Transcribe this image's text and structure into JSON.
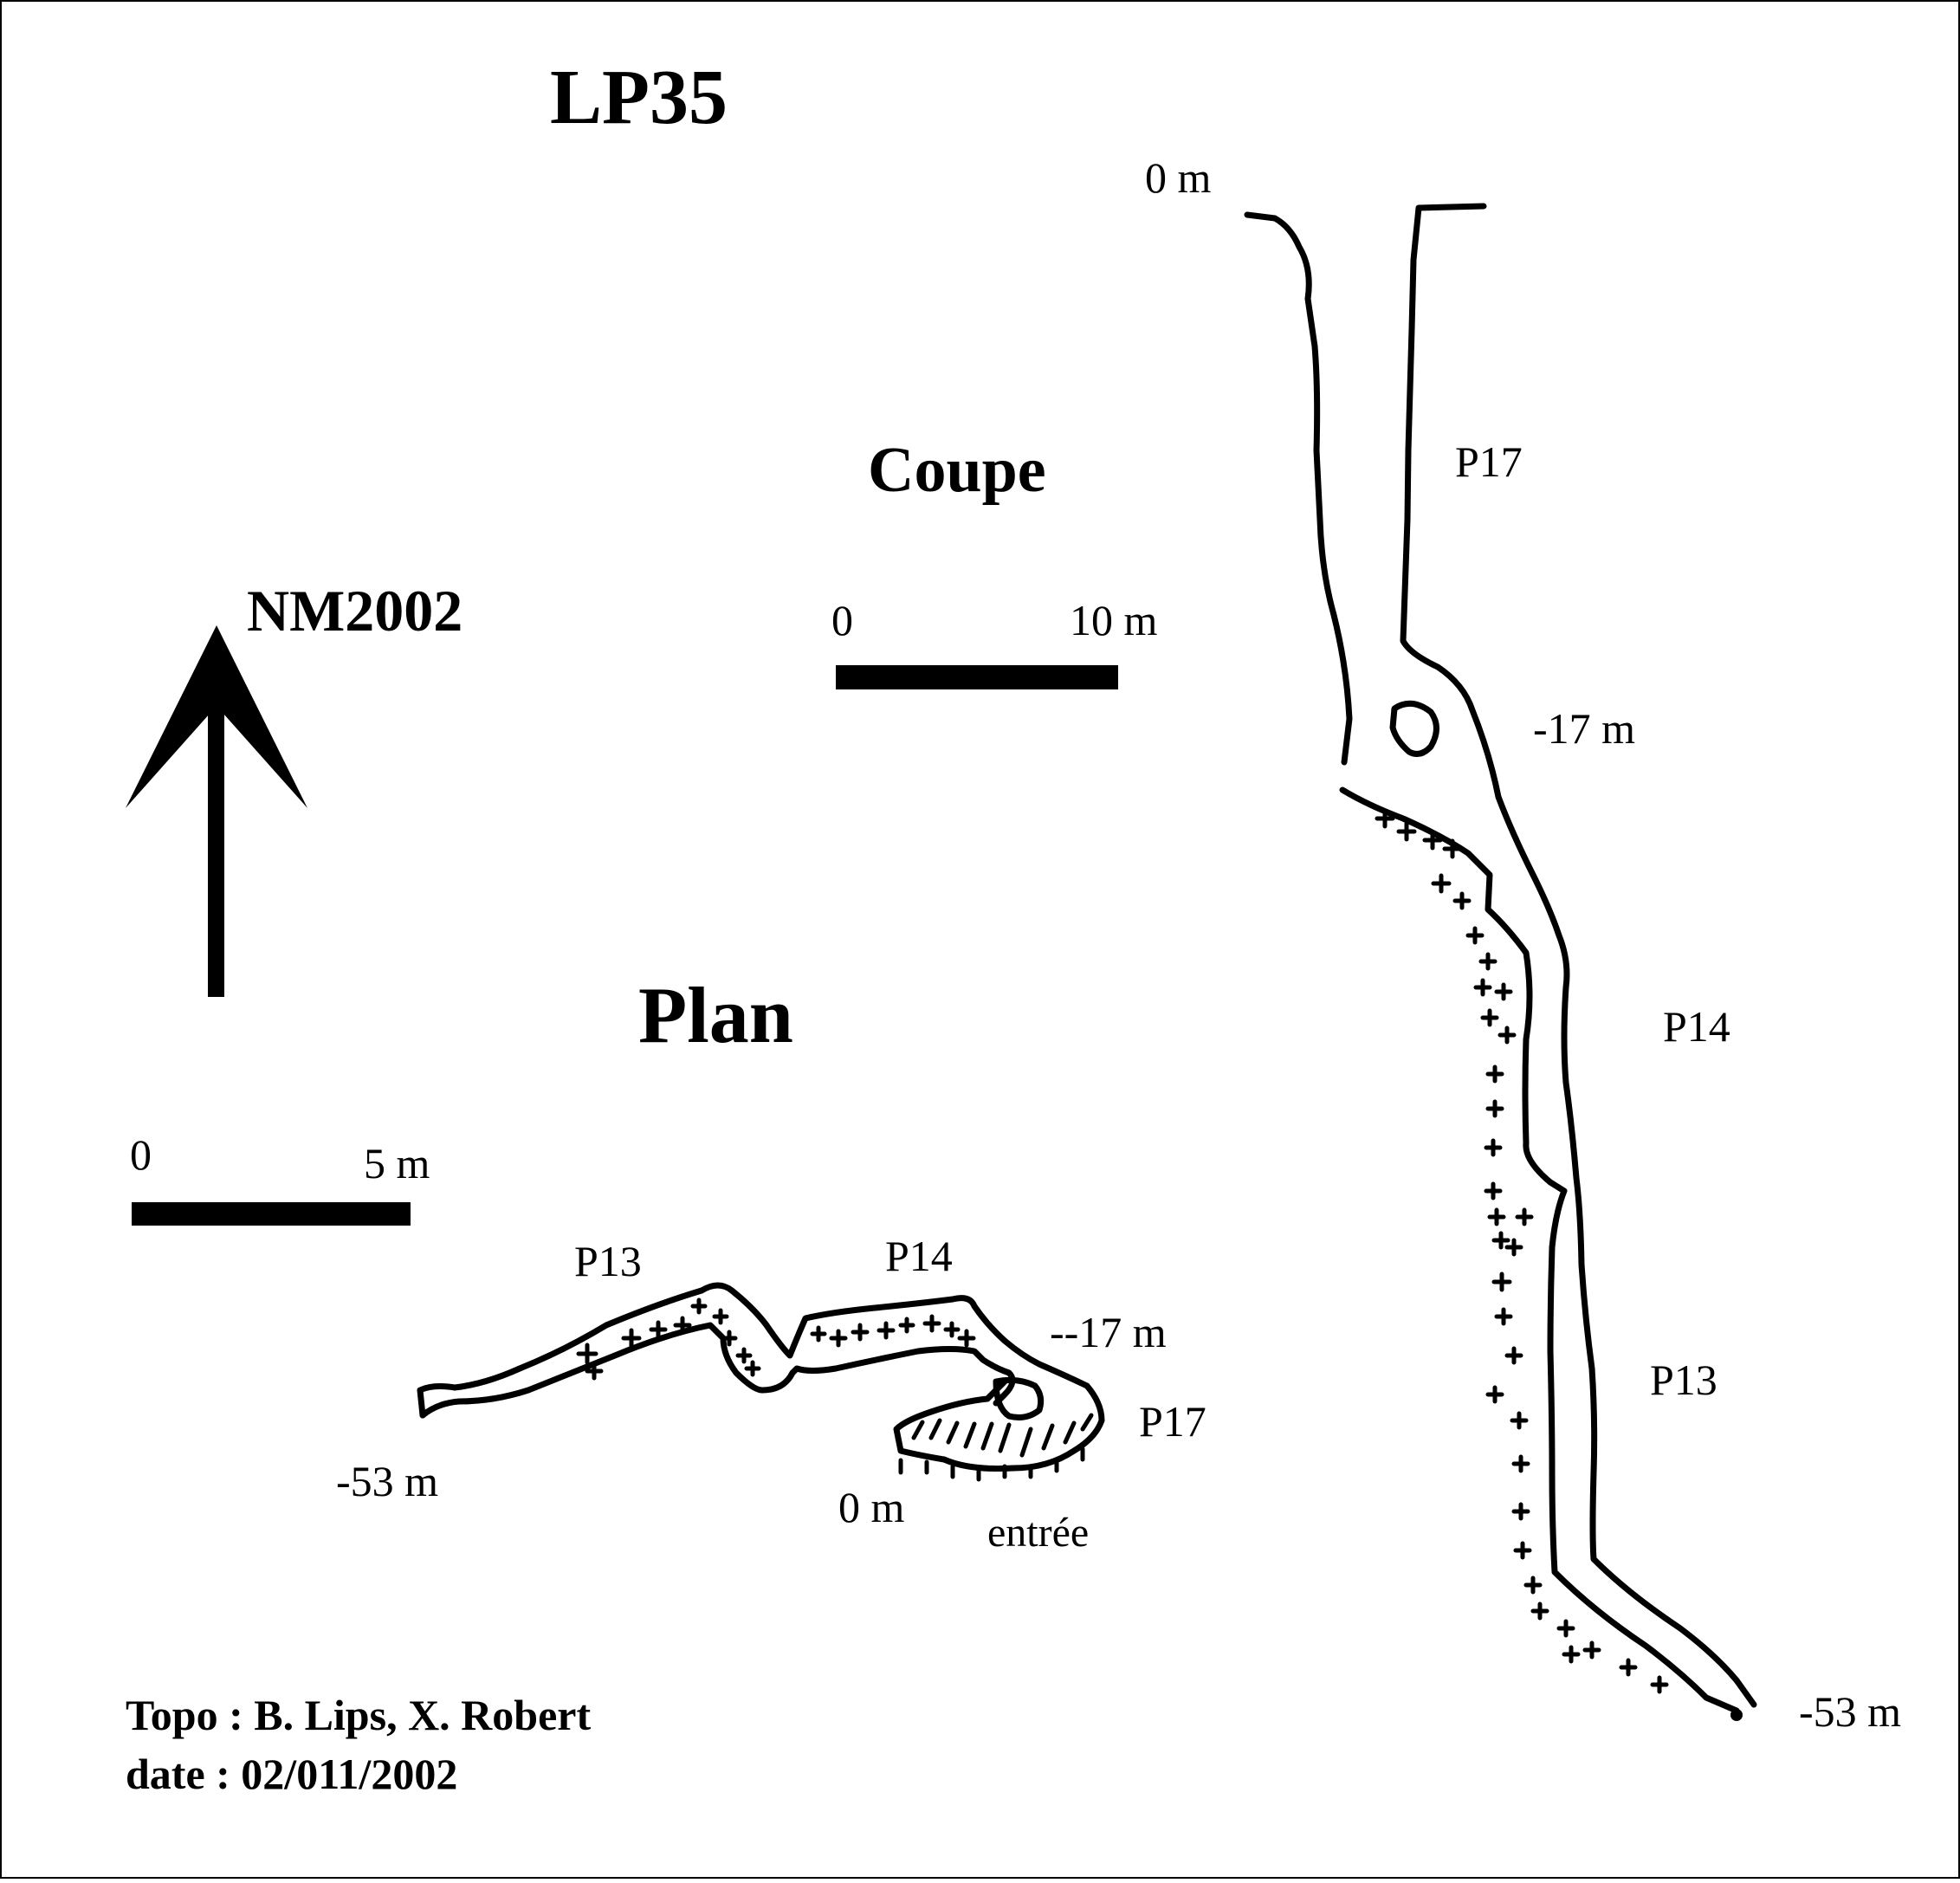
{
  "title": "LP35",
  "north_label": "NM2002",
  "plan": {
    "title": "Plan",
    "scale": {
      "start": "0",
      "end": "5 m"
    },
    "labels": {
      "p13": "P13",
      "p14": "P14",
      "p17": "P17",
      "depth_17": "--17 m",
      "depth_53": "-53 m",
      "depth_0": "0  m",
      "entrance": "entrée"
    }
  },
  "section": {
    "title": "Coupe",
    "scale": {
      "start": "0",
      "end": "10 m"
    },
    "labels": {
      "depth_0": "0  m",
      "p17": "P17",
      "depth_17": "-17 m",
      "p14": "P14",
      "p13": "P13",
      "depth_53": "-53 m"
    }
  },
  "credits": {
    "topo": "Topo : B. Lips, X. Robert",
    "date": "date : 02/011/2002"
  }
}
